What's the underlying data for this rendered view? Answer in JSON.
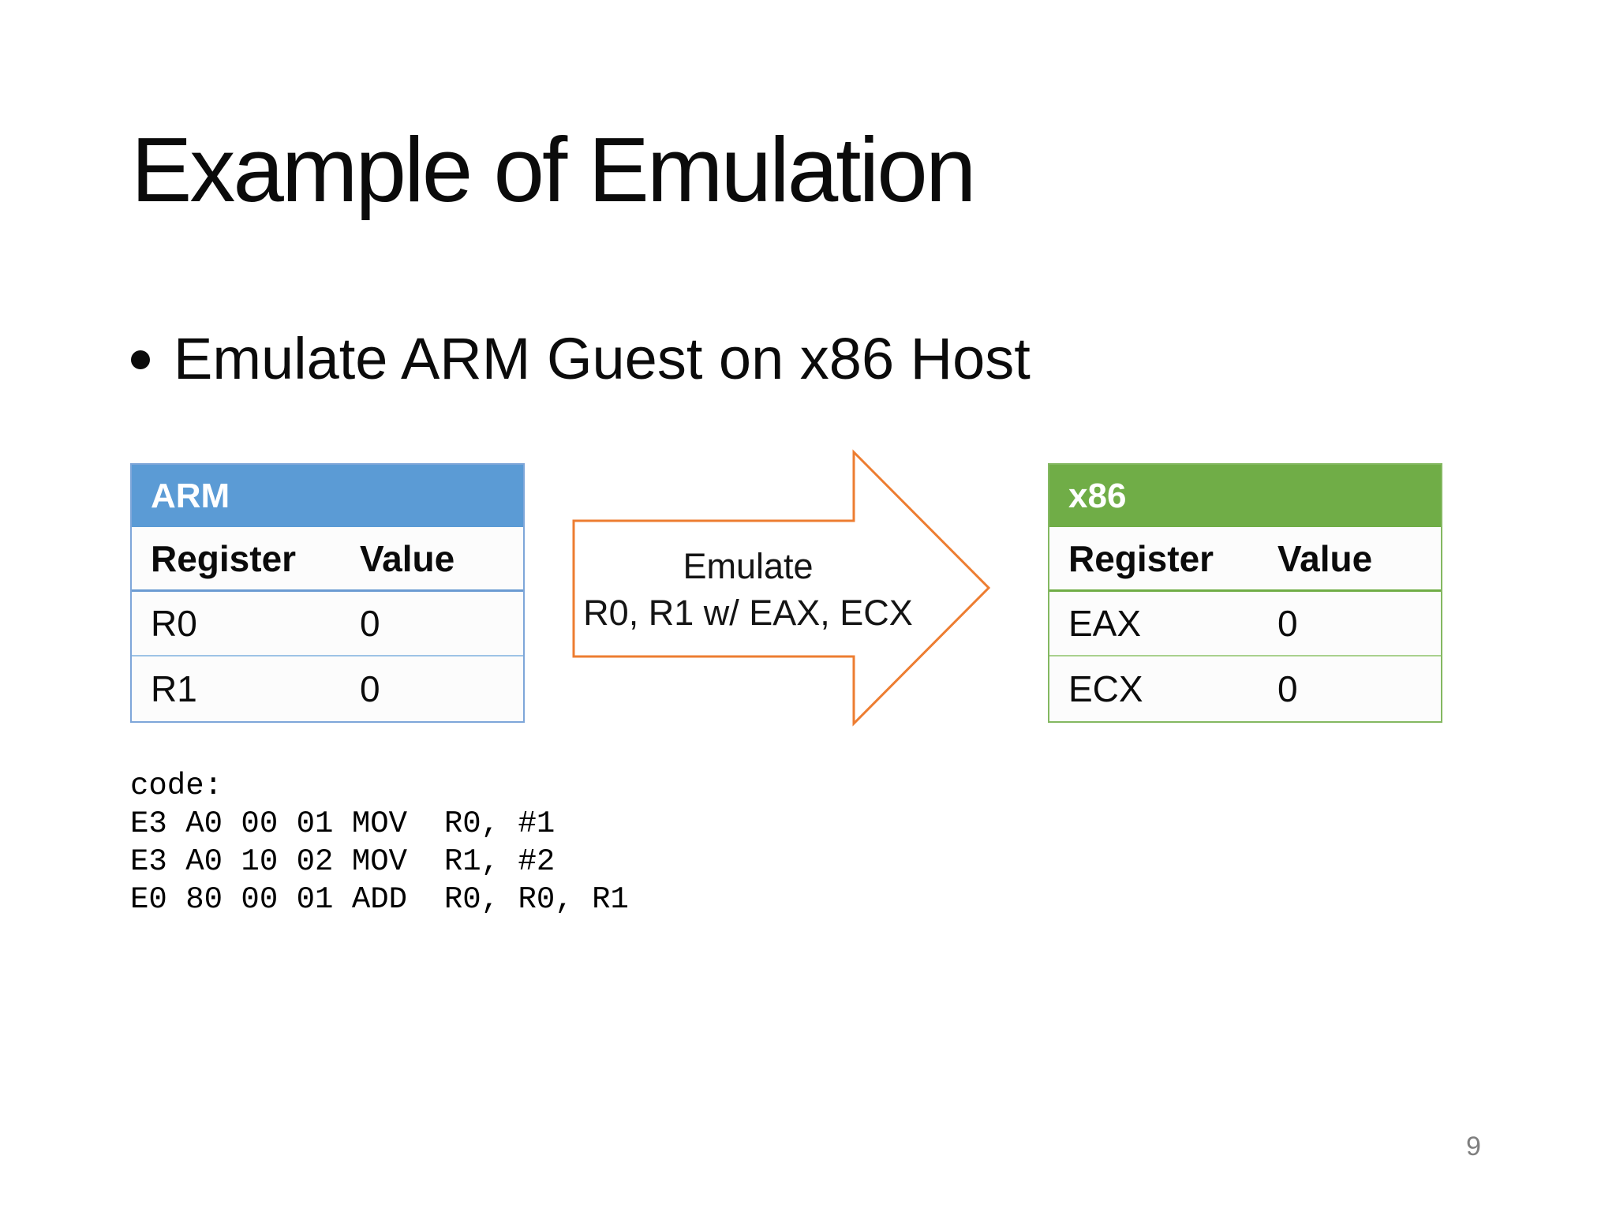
{
  "slide": {
    "title": "Example of Emulation",
    "bullet_text": "Emulate ARM Guest on x86 Host",
    "page_number": "9"
  },
  "arm_table": {
    "title": "ARM",
    "header_color": "#5B9BD5",
    "columns": [
      "Register",
      "Value"
    ],
    "rows": [
      [
        "R0",
        "0"
      ],
      [
        "R1",
        "0"
      ]
    ]
  },
  "x86_table": {
    "title": "x86",
    "header_color": "#70AD47",
    "columns": [
      "Register",
      "Value"
    ],
    "rows": [
      [
        "EAX",
        "0"
      ],
      [
        "ECX",
        "0"
      ]
    ]
  },
  "arrow": {
    "color": "#ED7D31",
    "label_lines": [
      "Emulate",
      "R0, R1 w/ EAX, ECX"
    ]
  },
  "code": {
    "lines": [
      "code:",
      "E3 A0 00 01 MOV  R0, #1",
      "E3 A0 10 02 MOV  R1, #2",
      "E0 80 00 01 ADD  R0, R0, R1"
    ]
  }
}
